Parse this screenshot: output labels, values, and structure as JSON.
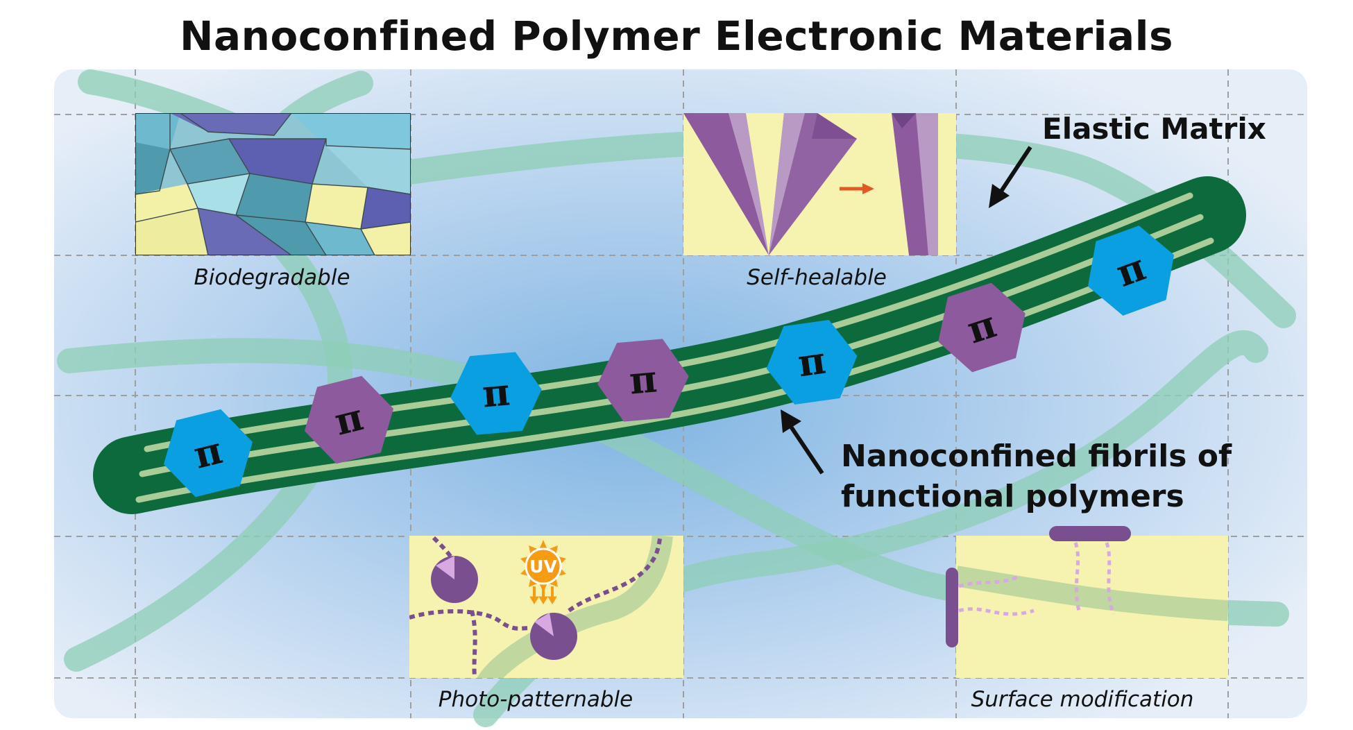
{
  "title": "Nanoconfined Polymer Electronic Materials",
  "panels": {
    "biodegradable": "Biodegradable",
    "self_healable": "Self-healable",
    "photo_patternable": "Photo-patternable",
    "surface_modification": "Surface modification"
  },
  "callouts": {
    "elastic_matrix": "Elastic Matrix",
    "fibrils_line1": "Nanoconfined fibrils of",
    "fibrils_line2": "functional polymers"
  },
  "uv_label": "UV",
  "pi_symbol": "π",
  "colors": {
    "background_panel": "#e6eef8",
    "glow_blue": "#7fb4e2",
    "fibril_dark_green": "#0d6a3c",
    "fibril_stripe": "#a9cc98",
    "matrix_strands": "#8ecdb5",
    "hexagon_blue": "#0a9fe0",
    "hexagon_purple": "#8e5a9e",
    "inset_yellow": "#f6f3b0",
    "purple": "#7a4f90",
    "light_purple": "#d7a9e0",
    "arrow_orange": "#e05a25",
    "sun_orange": "#f59c14"
  }
}
